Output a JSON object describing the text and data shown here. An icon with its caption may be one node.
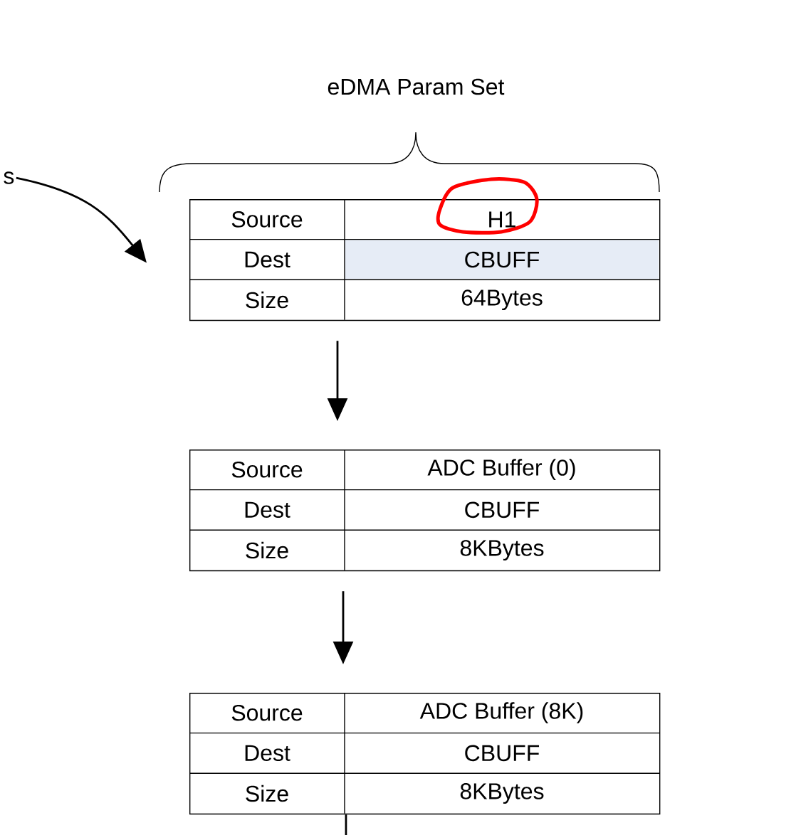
{
  "diagram": {
    "title": "eDMA Param Set",
    "nodes": [
      {
        "text": [
          "s"
        ]
      },
      {
        "text": [
          "Source",
          "H1",
          "Dest",
          "CBUFF",
          "Size",
          "64Bytes"
        ]
      },
      {
        "text": [
          "Source",
          "ADC Buffer (0)",
          "Dest",
          "CBUFF",
          "Size",
          "8KBytes"
        ]
      },
      {
        "text": [
          "Source",
          "ADC Buffer (8K)",
          "Dest",
          "CBUFF",
          "Size",
          "8KBytes"
        ]
      }
    ],
    "edges": [
      {
        "from": 0,
        "to": 1,
        "arrow": "to"
      },
      {
        "from": 1,
        "to": 2,
        "arrow": "to"
      },
      {
        "from": 2,
        "to": 3,
        "arrow": "to"
      },
      {
        "from": 3,
        "to": null,
        "arrow": "none"
      }
    ]
  }
}
